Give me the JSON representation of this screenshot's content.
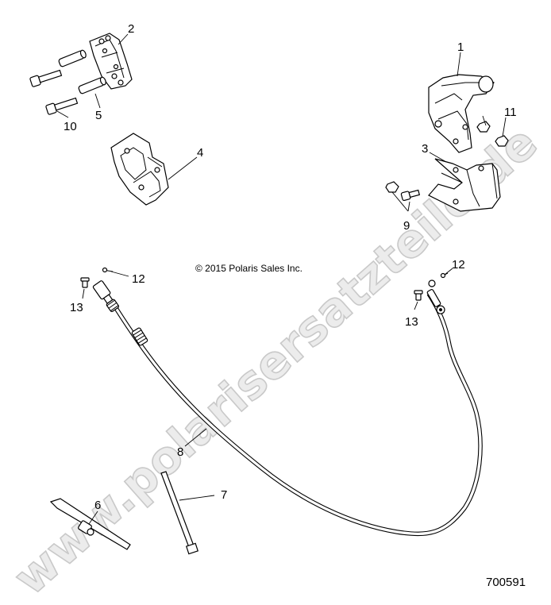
{
  "watermark": "www.polarisersatzteile.de",
  "copyright": "© 2015 Polaris Sales Inc.",
  "document_number": "700591",
  "callouts": [
    {
      "id": "1",
      "label": "1"
    },
    {
      "id": "2",
      "label": "2"
    },
    {
      "id": "3",
      "label": "3"
    },
    {
      "id": "4",
      "label": "4"
    },
    {
      "id": "5",
      "label": "5"
    },
    {
      "id": "6",
      "label": "6"
    },
    {
      "id": "7",
      "label": "7"
    },
    {
      "id": "8",
      "label": "8"
    },
    {
      "id": "9",
      "label": "9"
    },
    {
      "id": "10",
      "label": "10"
    },
    {
      "id": "11",
      "label": "11"
    },
    {
      "id": "12a",
      "label": "12"
    },
    {
      "id": "12b",
      "label": "12"
    },
    {
      "id": "13a",
      "label": "13"
    },
    {
      "id": "13b",
      "label": "13"
    }
  ]
}
